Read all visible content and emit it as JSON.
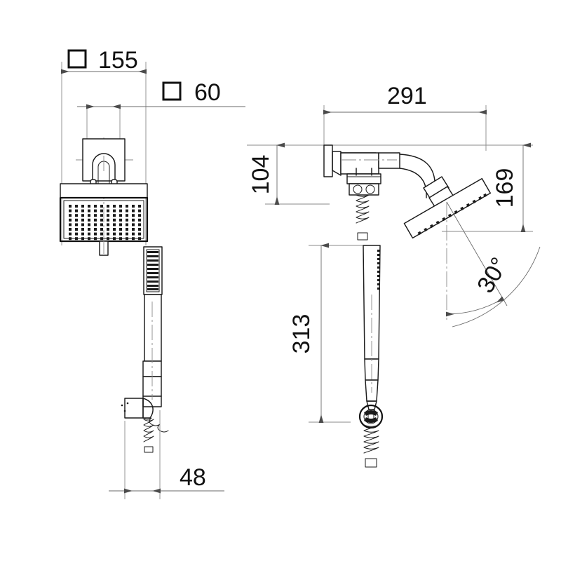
{
  "drawing": {
    "type": "technical-dimensioned-product-drawing",
    "subject": "wall-mounted shower set with rain head and hand shower",
    "units": "mm",
    "line_color": "#1b1b1b",
    "dimension_color": "#6a6a6a",
    "background": "#ffffff",
    "views": [
      {
        "id": "front-view",
        "label": "",
        "position": "left"
      },
      {
        "id": "side-view",
        "label": "",
        "position": "right"
      }
    ]
  },
  "dimensions": {
    "head_width": {
      "value": "155",
      "symbol": "□",
      "view": "front-view",
      "orientation": "horizontal"
    },
    "arm_square": {
      "value": "60",
      "symbol": "□",
      "view": "front-view",
      "orientation": "horizontal"
    },
    "projection": {
      "value": "291",
      "symbol": "",
      "view": "side-view",
      "orientation": "horizontal"
    },
    "arm_drop": {
      "value": "104",
      "symbol": "",
      "view": "side-view",
      "orientation": "vertical"
    },
    "head_drop": {
      "value": "169",
      "symbol": "",
      "view": "side-view",
      "orientation": "vertical"
    },
    "hand_shower_length": {
      "value": "313",
      "symbol": "",
      "view": "side-view",
      "orientation": "vertical"
    },
    "holder_offset": {
      "value": "48",
      "symbol": "",
      "view": "front-view",
      "orientation": "horizontal"
    },
    "head_angle": {
      "value": "30°",
      "symbol": "",
      "view": "side-view",
      "orientation": "angular"
    }
  },
  "components": {
    "rain_head": {
      "name": "rectangular rain shower head",
      "nozzle_columns": 12,
      "nozzle_rows": 8
    },
    "wall_flange": {
      "name": "square wall flange"
    },
    "shower_arm": {
      "name": "curved shower arm"
    },
    "hand_shower": {
      "name": "slim hand shower wand"
    },
    "wall_holder": {
      "name": "hand shower wall holder"
    },
    "hose": {
      "name": "flexible shower hose"
    },
    "outlet_elbow": {
      "name": "wall outlet elbow"
    }
  }
}
